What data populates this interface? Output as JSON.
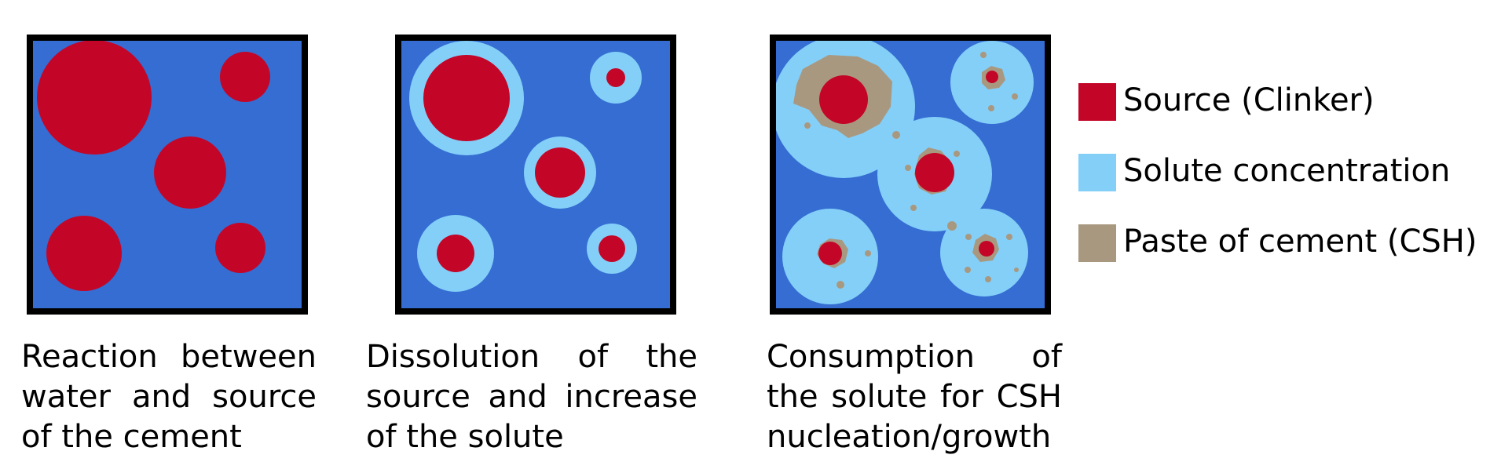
{
  "colors": {
    "water": "#356DD2",
    "source": "#C30628",
    "solute": "#83CFF8",
    "paste": "#A99880",
    "frame": "#000000"
  },
  "panels": [
    {
      "name": "reaction",
      "caption_lines": [
        "Reaction between",
        "water and source",
        "of the cement"
      ]
    },
    {
      "name": "dissolution",
      "caption_lines": [
        "Dissolution of the",
        "source and increase",
        "of the solute"
      ]
    },
    {
      "name": "consumption",
      "caption_lines": [
        "Consumption of",
        "the solute for CSH",
        "nucleation/growth"
      ]
    }
  ],
  "legend": [
    {
      "label": "Source (Clinker)",
      "color": "#C30628"
    },
    {
      "label": "Solute concentration",
      "color": "#83CFF8"
    },
    {
      "label": "Paste of cement (CSH)",
      "color": "#A99880"
    }
  ]
}
